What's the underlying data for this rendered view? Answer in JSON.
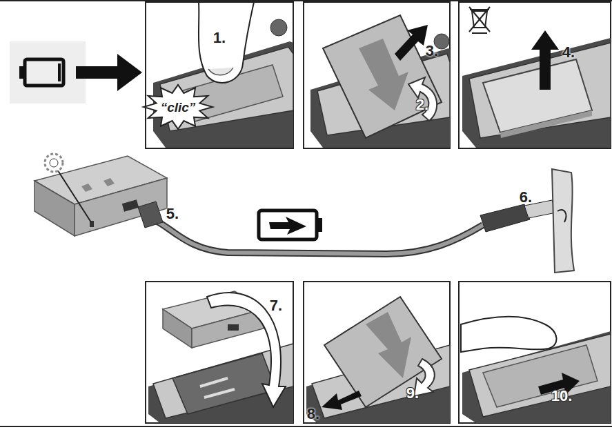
{
  "diagram": {
    "labels": [
      "1.",
      "“clic”",
      "3.",
      "2.",
      "4.",
      "5.",
      "6.",
      "7.",
      "8.",
      "9.",
      "10."
    ]
  }
}
